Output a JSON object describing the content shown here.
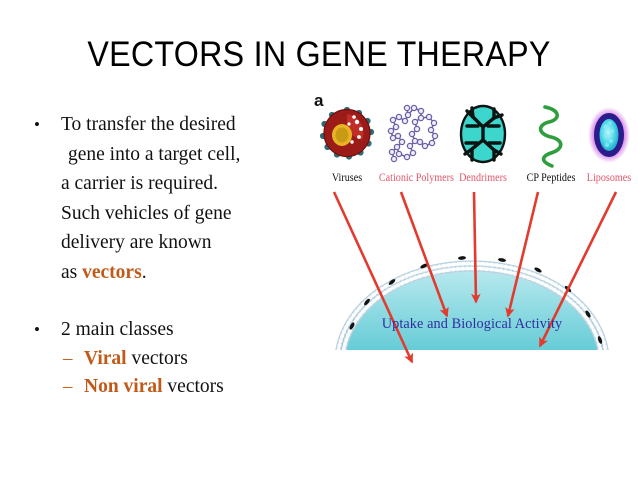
{
  "slide": {
    "title": "VECTORS IN GENE THERAPY",
    "background": "#ffffff",
    "accent_orange": "#C15A18",
    "arrow_red": "#E23B2E",
    "caption_blue": "#2F2F9C",
    "label_red": "#E2566B"
  },
  "bullets": [
    {
      "marker": "•",
      "lines": [
        "To transfer the desired",
        " gene into a target cell,",
        "a carrier is required.",
        "Such vehicles of gene",
        "delivery are known"
      ],
      "last_line": {
        "prefix": "as ",
        "highlight": "vectors",
        "suffix": "."
      }
    },
    {
      "marker": "•",
      "text": "2 main classes",
      "sub_items": [
        {
          "dash": "–",
          "highlight": "Viral",
          "rest": " vectors"
        },
        {
          "dash": "–",
          "highlight": "Non viral",
          "rest": " vectors"
        }
      ]
    }
  ],
  "figure": {
    "panel_letter": "a",
    "caption": "Uptake and Biological Activity",
    "vectors": [
      {
        "name": "Viruses",
        "icon": "virus-icon",
        "label_color": "black"
      },
      {
        "name": "Cationic Polymers",
        "icon": "polymer-chain-icon",
        "label_color": "red"
      },
      {
        "name": "Dendrimers",
        "icon": "dendrimer-icon",
        "label_color": "red"
      },
      {
        "name": "CP Peptides",
        "icon": "peptide-helix-icon",
        "label_color": "black"
      },
      {
        "name": "Liposomes",
        "icon": "liposome-icon",
        "label_color": "red"
      }
    ],
    "arrow_count": 5,
    "colors": {
      "virus_body": "#9B1B18",
      "virus_core": "#E8B425",
      "virus_spike": "#2E6E78",
      "polymer_bead": "#6A5FA8",
      "dendrimer_fill": "#3DD6CC",
      "peptide": "#2E9E3E",
      "liposome_ring": "#2B1C8C",
      "liposome_glow": "#C23BD8",
      "liposome_core": "#49D8E8",
      "membrane": "#A9C6D8",
      "cytoplasm": "#4FC6D0"
    }
  }
}
